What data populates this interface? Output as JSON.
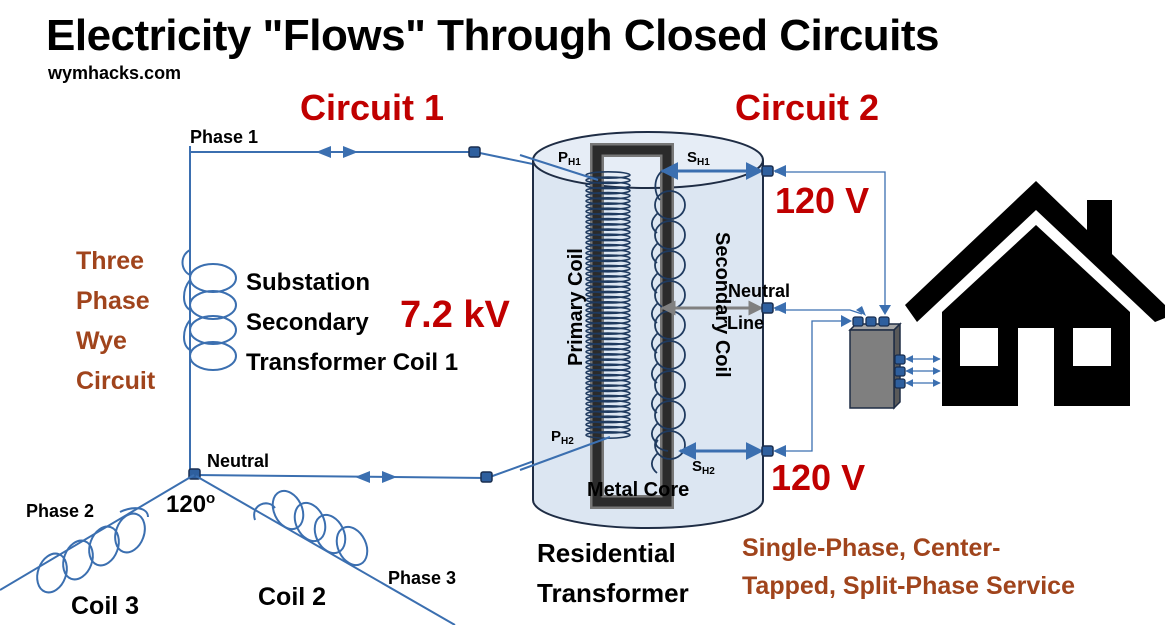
{
  "title": "Electricity \"Flows\" Through Closed Circuits",
  "website": "wymhacks.com",
  "circuits": {
    "circuit1": "Circuit 1",
    "circuit2": "Circuit 2"
  },
  "substation": {
    "group_label": [
      "Three",
      "Phase",
      "Wye",
      "Circuit"
    ],
    "coil_label": [
      "Substation",
      "Secondary",
      "Transformer Coil 1"
    ],
    "voltage": "7.2 kV",
    "phase1": "Phase 1",
    "phase2": "Phase 2",
    "phase3": "Phase 3",
    "neutral": "Neutral",
    "angle": "120",
    "angle_unit": "o",
    "coil2": "Coil 2",
    "coil3": "Coil 3"
  },
  "transformer": {
    "primary_coil": "Primary Coil",
    "secondary_coil": "Secondary Coil",
    "metal_core": "Metal Core",
    "neutral_line": [
      "Neutral",
      "Line"
    ],
    "ph1": {
      "main": "P",
      "sub": "H1"
    },
    "ph2": {
      "main": "P",
      "sub": "H2"
    },
    "sh1": {
      "main": "S",
      "sub": "H1"
    },
    "sh2": {
      "main": "S",
      "sub": "H2"
    },
    "caption": [
      "Residential",
      "Transformer"
    ]
  },
  "service": {
    "voltage_top": "120 V",
    "voltage_bottom": "120 V",
    "caption": [
      "Single-Phase, Center-",
      "Tapped, Split-Phase Service"
    ]
  },
  "colors": {
    "wire": "#3b6fb0",
    "node": "#2e5f9e",
    "accent_red": "#c00000",
    "accent_brown": "#a0441c",
    "cylinder_fill": "#dce6f2",
    "cylinder_stroke": "#1f2d45",
    "core": "#2b2b2b",
    "coil": "#1f3a5f",
    "meter": "#7f7f7f",
    "house": "#000000"
  }
}
